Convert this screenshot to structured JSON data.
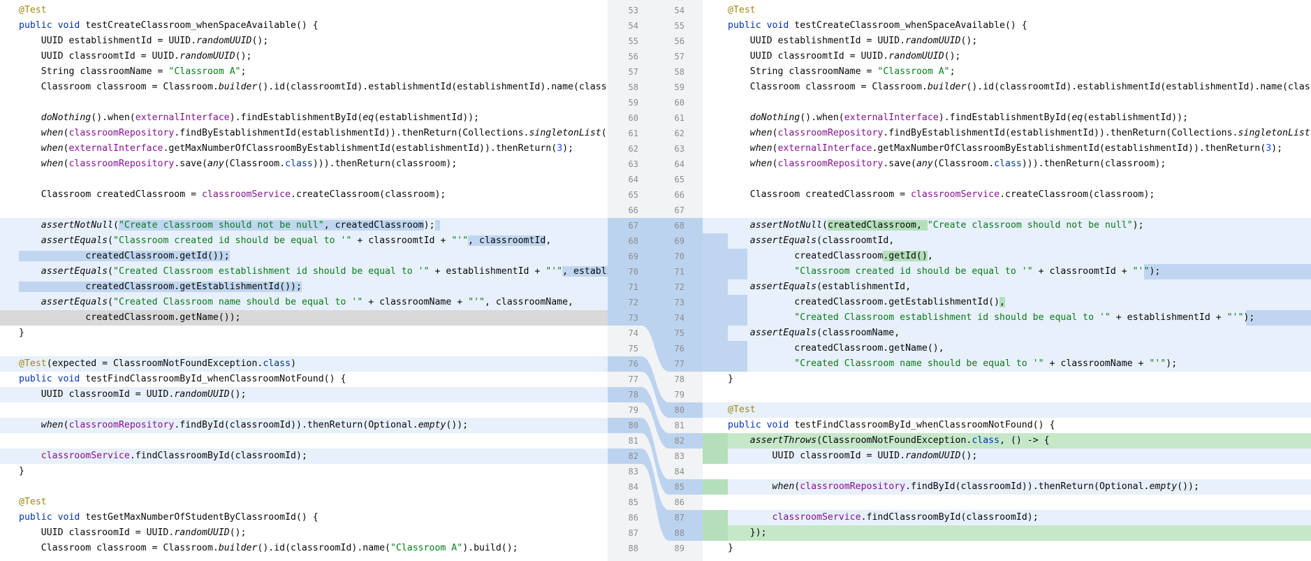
{
  "gutter": {
    "rows": [
      {
        "l": "53",
        "r": "54"
      },
      {
        "l": "54",
        "r": "55"
      },
      {
        "l": "55",
        "r": "56"
      },
      {
        "l": "56",
        "r": "57"
      },
      {
        "l": "57",
        "r": "58"
      },
      {
        "l": "58",
        "r": "59"
      },
      {
        "l": "59",
        "r": "60"
      },
      {
        "l": "60",
        "r": "61"
      },
      {
        "l": "61",
        "r": "62"
      },
      {
        "l": "62",
        "r": "63"
      },
      {
        "l": "63",
        "r": "64"
      },
      {
        "l": "64",
        "r": "65"
      },
      {
        "l": "65",
        "r": "66"
      },
      {
        "l": "66",
        "r": "67"
      },
      {
        "l": "67",
        "r": "68"
      },
      {
        "l": "68",
        "r": "69"
      },
      {
        "l": "69",
        "r": "70"
      },
      {
        "l": "70",
        "r": "71"
      },
      {
        "l": "71",
        "r": "72"
      },
      {
        "l": "72",
        "r": "73"
      },
      {
        "l": "73",
        "r": "74"
      },
      {
        "l": "74",
        "r": "75"
      },
      {
        "l": "75",
        "r": "76"
      },
      {
        "l": "76",
        "r": "77"
      },
      {
        "l": "77",
        "r": "78"
      },
      {
        "l": "78",
        "r": "79"
      },
      {
        "l": "79",
        "r": "80"
      },
      {
        "l": "80",
        "r": "81"
      },
      {
        "l": "81",
        "r": "82"
      },
      {
        "l": "82",
        "r": "83"
      },
      {
        "l": "83",
        "r": "84"
      },
      {
        "l": "84",
        "r": "85"
      },
      {
        "l": "85",
        "r": "86"
      },
      {
        "l": "86",
        "r": "87"
      },
      {
        "l": "87",
        "r": "88"
      },
      {
        "l": "88",
        "r": "89"
      }
    ]
  },
  "left": {
    "lines": [
      [
        {
          "t": "@Test",
          "c": "an"
        }
      ],
      [
        {
          "t": "public void ",
          "c": "kw"
        },
        {
          "t": "testCreateClassroom_whenSpaceAvailable() {"
        }
      ],
      [
        {
          "t": "    UUID establishmentId = UUID."
        },
        {
          "t": "randomUUID",
          "c": "it"
        },
        {
          "t": "();"
        }
      ],
      [
        {
          "t": "    UUID classroomtId = UUID."
        },
        {
          "t": "randomUUID",
          "c": "it"
        },
        {
          "t": "();"
        }
      ],
      [
        {
          "t": "    String classroomName = "
        },
        {
          "t": "\"Classroom A\"",
          "c": "st"
        },
        {
          "t": ";"
        }
      ],
      [
        {
          "t": "    Classroom classroom = Classroom."
        },
        {
          "t": "builder",
          "c": "it"
        },
        {
          "t": "().id(classroomtId).establishmentId(establishmentId).name(classroomName).build();"
        }
      ],
      [],
      [
        {
          "t": "    "
        },
        {
          "t": "doNothing",
          "c": "it"
        },
        {
          "t": "().when("
        },
        {
          "t": "externalInterface",
          "c": "fd"
        },
        {
          "t": ").findEstablishmentById("
        },
        {
          "t": "eq",
          "c": "it"
        },
        {
          "t": "(establishmentId));"
        }
      ],
      [
        {
          "t": "    "
        },
        {
          "t": "when",
          "c": "it"
        },
        {
          "t": "("
        },
        {
          "t": "classroomRepository",
          "c": "fd"
        },
        {
          "t": ".findByEstablishmentId(establishmentId)).thenReturn(Collections."
        },
        {
          "t": "singletonList",
          "c": "it"
        },
        {
          "t": "(classroom));"
        }
      ],
      [
        {
          "t": "    "
        },
        {
          "t": "when",
          "c": "it"
        },
        {
          "t": "("
        },
        {
          "t": "externalInterface",
          "c": "fd"
        },
        {
          "t": ".getMaxNumberOfClassroomByEstablishmentId(establishmentId)).thenReturn("
        },
        {
          "t": "3",
          "c": "num"
        },
        {
          "t": ");"
        }
      ],
      [
        {
          "t": "    "
        },
        {
          "t": "when",
          "c": "it"
        },
        {
          "t": "("
        },
        {
          "t": "classroomRepository",
          "c": "fd"
        },
        {
          "t": ".save("
        },
        {
          "t": "any",
          "c": "it"
        },
        {
          "t": "(Classroom."
        },
        {
          "t": "class",
          "c": "kw"
        },
        {
          "t": "))).thenReturn(classroom);"
        }
      ],
      [],
      [
        {
          "t": "    Classroom createdClassroom = "
        },
        {
          "t": "classroomService",
          "c": "fd"
        },
        {
          "t": ".createClassroom(classroom);"
        }
      ],
      [],
      [
        {
          "t": "    "
        },
        {
          "t": "assertNotNull",
          "c": "it"
        },
        {
          "t": "("
        },
        {
          "t": "\"Create classroom should not be null\"",
          "c": "st hl"
        },
        {
          "t": ", createdClassroom",
          "c": "hl"
        },
        {
          "t": ");"
        },
        {
          "t": " ",
          "c": "hl"
        }
      ],
      [
        {
          "t": "    "
        },
        {
          "t": "assertEquals",
          "c": "it"
        },
        {
          "t": "("
        },
        {
          "t": "\"Classroom created id should be equal to '\"",
          "c": "st"
        },
        {
          "t": " + classroomtId + "
        },
        {
          "t": "\"'\"",
          "c": "st"
        },
        {
          "t": ", classroomtId",
          "c": "hl"
        },
        {
          "t": ","
        }
      ],
      [
        {
          "t": "            createdClassroom.getId());",
          "c": "hl"
        }
      ],
      [
        {
          "t": "    "
        },
        {
          "t": "assertEquals",
          "c": "it"
        },
        {
          "t": "("
        },
        {
          "t": "\"Created Classroom establishment id should be equal to '\"",
          "c": "st"
        },
        {
          "t": " + establishmentId + "
        },
        {
          "t": "\"'\"",
          "c": "st"
        },
        {
          "t": ", establishmentId,",
          "c": "hl"
        }
      ],
      [
        {
          "t": "            createdClassroom.getEstablishmentId());",
          "c": "hl"
        }
      ],
      [
        {
          "t": "    "
        },
        {
          "t": "assertEquals",
          "c": "it"
        },
        {
          "t": "("
        },
        {
          "t": "\"Created Classroom name should be equal to '\"",
          "c": "st"
        },
        {
          "t": " + classroomName + "
        },
        {
          "t": "\"'\"",
          "c": "st"
        },
        {
          "t": ", classroomName,"
        }
      ],
      [
        {
          "t": "            createdClassroom.getName());"
        }
      ],
      [
        {
          "t": "}"
        }
      ],
      [],
      [
        {
          "t": "@Test",
          "c": "an"
        },
        {
          "t": "(expected = ClassroomNotFoundException."
        },
        {
          "t": "class",
          "c": "kw"
        },
        {
          "t": ")"
        }
      ],
      [
        {
          "t": "public void ",
          "c": "kw"
        },
        {
          "t": "testFindClassroomById_whenClassroomNotFound() {"
        }
      ],
      [
        {
          "t": "    UUID classroomId = UUID."
        },
        {
          "t": "randomUUID",
          "c": "it"
        },
        {
          "t": "();"
        }
      ],
      [],
      [
        {
          "t": "    "
        },
        {
          "t": "when",
          "c": "it"
        },
        {
          "t": "("
        },
        {
          "t": "classroomRepository",
          "c": "fd"
        },
        {
          "t": ".findById(classroomId)).thenReturn(Optional."
        },
        {
          "t": "empty",
          "c": "it"
        },
        {
          "t": "());"
        }
      ],
      [],
      [
        {
          "t": "    "
        },
        {
          "t": "classroomService",
          "c": "fd"
        },
        {
          "t": ".findClassroomById(classroomId);"
        }
      ],
      [
        {
          "t": "}"
        }
      ],
      [],
      [
        {
          "t": "@Test",
          "c": "an"
        }
      ],
      [
        {
          "t": "public void ",
          "c": "kw"
        },
        {
          "t": "testGetMaxNumberOfStudentByClassroomId() {"
        }
      ],
      [
        {
          "t": "    UUID classroomId = UUID."
        },
        {
          "t": "randomUUID",
          "c": "it"
        },
        {
          "t": "();"
        }
      ],
      [
        {
          "t": "    Classroom classroom = Classroom."
        },
        {
          "t": "builder",
          "c": "it"
        },
        {
          "t": "().id(classroomId).name("
        },
        {
          "t": "\"Classroom A\"",
          "c": "st"
        },
        {
          "t": ").build();"
        }
      ]
    ]
  },
  "right": {
    "lines": [
      [
        {
          "t": "@Test",
          "c": "an"
        }
      ],
      [
        {
          "t": "public void ",
          "c": "kw"
        },
        {
          "t": "testCreateClassroom_whenSpaceAvailable() {"
        }
      ],
      [
        {
          "t": "    UUID establishmentId = UUID."
        },
        {
          "t": "randomUUID",
          "c": "it"
        },
        {
          "t": "();"
        }
      ],
      [
        {
          "t": "    UUID classroomtId = UUID."
        },
        {
          "t": "randomUUID",
          "c": "it"
        },
        {
          "t": "();"
        }
      ],
      [
        {
          "t": "    String classroomName = "
        },
        {
          "t": "\"Classroom A\"",
          "c": "st"
        },
        {
          "t": ";"
        }
      ],
      [
        {
          "t": "    Classroom classroom = Classroom."
        },
        {
          "t": "builder",
          "c": "it"
        },
        {
          "t": "().id(classroomtId).establishmentId(establishmentId).name(classroomName).build();"
        }
      ],
      [],
      [
        {
          "t": "    "
        },
        {
          "t": "doNothing",
          "c": "it"
        },
        {
          "t": "().when("
        },
        {
          "t": "externalInterface",
          "c": "fd"
        },
        {
          "t": ").findEstablishmentById("
        },
        {
          "t": "eq",
          "c": "it"
        },
        {
          "t": "(establishmentId));"
        }
      ],
      [
        {
          "t": "    "
        },
        {
          "t": "when",
          "c": "it"
        },
        {
          "t": "("
        },
        {
          "t": "classroomRepository",
          "c": "fd"
        },
        {
          "t": ".findByEstablishmentId(establishmentId)).thenReturn(Collections."
        },
        {
          "t": "singletonList",
          "c": "it"
        },
        {
          "t": "(classroom));"
        }
      ],
      [
        {
          "t": "    "
        },
        {
          "t": "when",
          "c": "it"
        },
        {
          "t": "("
        },
        {
          "t": "externalInterface",
          "c": "fd"
        },
        {
          "t": ".getMaxNumberOfClassroomByEstablishmentId(establishmentId)).thenReturn("
        },
        {
          "t": "3",
          "c": "num"
        },
        {
          "t": ");"
        }
      ],
      [
        {
          "t": "    "
        },
        {
          "t": "when",
          "c": "it"
        },
        {
          "t": "("
        },
        {
          "t": "classroomRepository",
          "c": "fd"
        },
        {
          "t": ".save("
        },
        {
          "t": "any",
          "c": "it"
        },
        {
          "t": "(Classroom."
        },
        {
          "t": "class",
          "c": "kw"
        },
        {
          "t": "))).thenReturn(classroom);"
        }
      ],
      [],
      [
        {
          "t": "    Classroom createdClassroom = "
        },
        {
          "t": "classroomService",
          "c": "fd"
        },
        {
          "t": ".createClassroom(classroom);"
        }
      ],
      [],
      [
        {
          "t": "    "
        },
        {
          "t": "assertNotNull",
          "c": "it"
        },
        {
          "t": "("
        },
        {
          "t": "createdClassroom, ",
          "c": "ha"
        },
        {
          "t": "\"Create classroom should not be null\"",
          "c": "st"
        },
        {
          "t": ");"
        }
      ],
      [
        {
          "t": "    "
        },
        {
          "t": "assertEquals",
          "c": "it"
        },
        {
          "t": "(classroomtId,"
        }
      ],
      [
        {
          "t": "            createdClassroom"
        },
        {
          "t": ".getId()",
          "c": "ha"
        },
        {
          "t": ","
        }
      ],
      [
        {
          "t": "            "
        },
        {
          "t": "\"Classroom created id should be equal to '\"",
          "c": "st"
        },
        {
          "t": " + classroomtId + "
        },
        {
          "t": "\"'\"",
          "c": "st"
        },
        {
          "t": ");"
        }
      ],
      [
        {
          "t": "    "
        },
        {
          "t": "assertEquals",
          "c": "it"
        },
        {
          "t": "(establishmentId,"
        }
      ],
      [
        {
          "t": "            createdClassroom.getEstablishmentId()"
        },
        {
          "t": ",",
          "c": "ha"
        }
      ],
      [
        {
          "t": "            "
        },
        {
          "t": "\"Created Classroom establishment id should be equal to '\"",
          "c": "st"
        },
        {
          "t": " + establishmentId + "
        },
        {
          "t": "\"'\"",
          "c": "st"
        },
        {
          "t": ");"
        }
      ],
      [
        {
          "t": "    "
        },
        {
          "t": "assertEquals",
          "c": "it"
        },
        {
          "t": "(classroomName,"
        }
      ],
      [
        {
          "t": "            createdClassroom.getName(),"
        }
      ],
      [
        {
          "t": "            "
        },
        {
          "t": "\"Created Classroom name should be equal to '\"",
          "c": "st"
        },
        {
          "t": " + classroomName + "
        },
        {
          "t": "\"'\"",
          "c": "st"
        },
        {
          "t": ");"
        }
      ],
      [
        {
          "t": "}"
        }
      ],
      [],
      [
        {
          "t": "@Test",
          "c": "an"
        }
      ],
      [
        {
          "t": "public void ",
          "c": "kw"
        },
        {
          "t": "testFindClassroomById_whenClassroomNotFound() {"
        }
      ],
      [
        {
          "t": "    "
        },
        {
          "t": "assertThrows",
          "c": "it"
        },
        {
          "t": "(ClassroomNotFoundException."
        },
        {
          "t": "class",
          "c": "kw"
        },
        {
          "t": ", () -> {"
        }
      ],
      [
        {
          "t": "        UUID classroomId = UUID."
        },
        {
          "t": "randomUUID",
          "c": "it"
        },
        {
          "t": "();"
        }
      ],
      [],
      [
        {
          "t": "        "
        },
        {
          "t": "when",
          "c": "it"
        },
        {
          "t": "("
        },
        {
          "t": "classroomRepository",
          "c": "fd"
        },
        {
          "t": ".findById(classroomId)).thenReturn(Optional."
        },
        {
          "t": "empty",
          "c": "it"
        },
        {
          "t": "());"
        }
      ],
      [],
      [
        {
          "t": "        "
        },
        {
          "t": "classroomService",
          "c": "fd"
        },
        {
          "t": ".findClassroomById(classroomId);"
        }
      ],
      [
        {
          "t": "    });"
        }
      ],
      [
        {
          "t": "}"
        }
      ]
    ]
  },
  "colors": {
    "modified_bg": "#e8f0fb",
    "modified_token": "#c0d6f0",
    "added_bg": "#c5e8c9",
    "added_token": "#b4dfba",
    "gutter_bg": "#f2f3f5",
    "gutter_band": "#bcd3f0"
  }
}
